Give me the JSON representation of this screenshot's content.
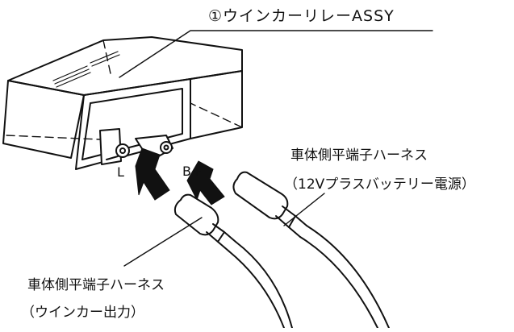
{
  "labels": {
    "relay": "①ウインカーリレーASSY",
    "battery_harness_line1": "車体側平端子ハーネス",
    "battery_harness_line2": "（12Vプラスバッテリー電源）",
    "turn_harness_line1": "車体側平端子ハーネス",
    "turn_harness_line2": "（ウインカー出力）",
    "terminal_l": "L",
    "terminal_b": "B+"
  },
  "colors": {
    "line": "#111111",
    "arrow": "#111111",
    "background": "#ffffff"
  }
}
